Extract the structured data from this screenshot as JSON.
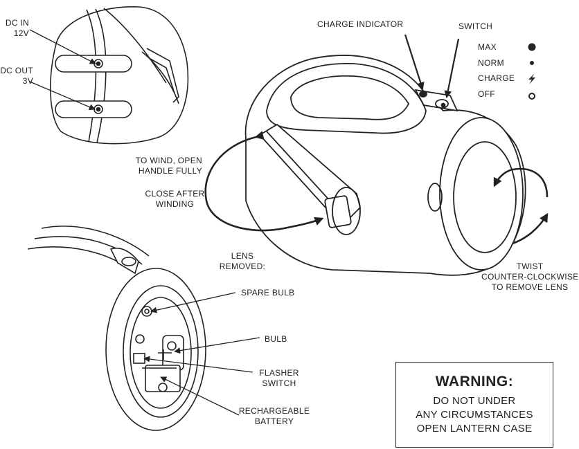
{
  "labels": {
    "dc_in": "DC IN",
    "dc_in_v": "12V",
    "dc_out": "DC OUT",
    "dc_out_v": "3V",
    "charge_indicator": "CHARGE INDICATOR",
    "switch": "SWITCH",
    "to_wind_1": "TO WIND, OPEN",
    "to_wind_2": "HANDLE FULLY",
    "close_after_1": "CLOSE AFTER",
    "close_after_2": "WINDING",
    "twist_1": "TWIST",
    "twist_2": "COUNTER-CLOCKWISE",
    "twist_3": "TO REMOVE LENS",
    "lens_removed_1": "LENS",
    "lens_removed_2": "REMOVED:",
    "spare_bulb": "SPARE BULB",
    "bulb": "BULB",
    "flasher_1": "FLASHER",
    "flasher_2": "SWITCH",
    "battery_1": "RECHARGEABLE",
    "battery_2": "BATTERY"
  },
  "switch_legend": [
    {
      "label": "MAX",
      "icon": "large-filled-dot-icon"
    },
    {
      "label": "NORM",
      "icon": "small-filled-dot-icon"
    },
    {
      "label": "CHARGE",
      "icon": "lightning-bolt-icon"
    },
    {
      "label": "OFF",
      "icon": "open-circle-icon"
    }
  ],
  "warning": {
    "title": "WARNING:",
    "line1": "DO NOT UNDER",
    "line2": "ANY CIRCUMSTANCES",
    "line3": "OPEN LANTERN CASE"
  },
  "colors": {
    "ink": "#222222",
    "paper": "#ffffff"
  }
}
